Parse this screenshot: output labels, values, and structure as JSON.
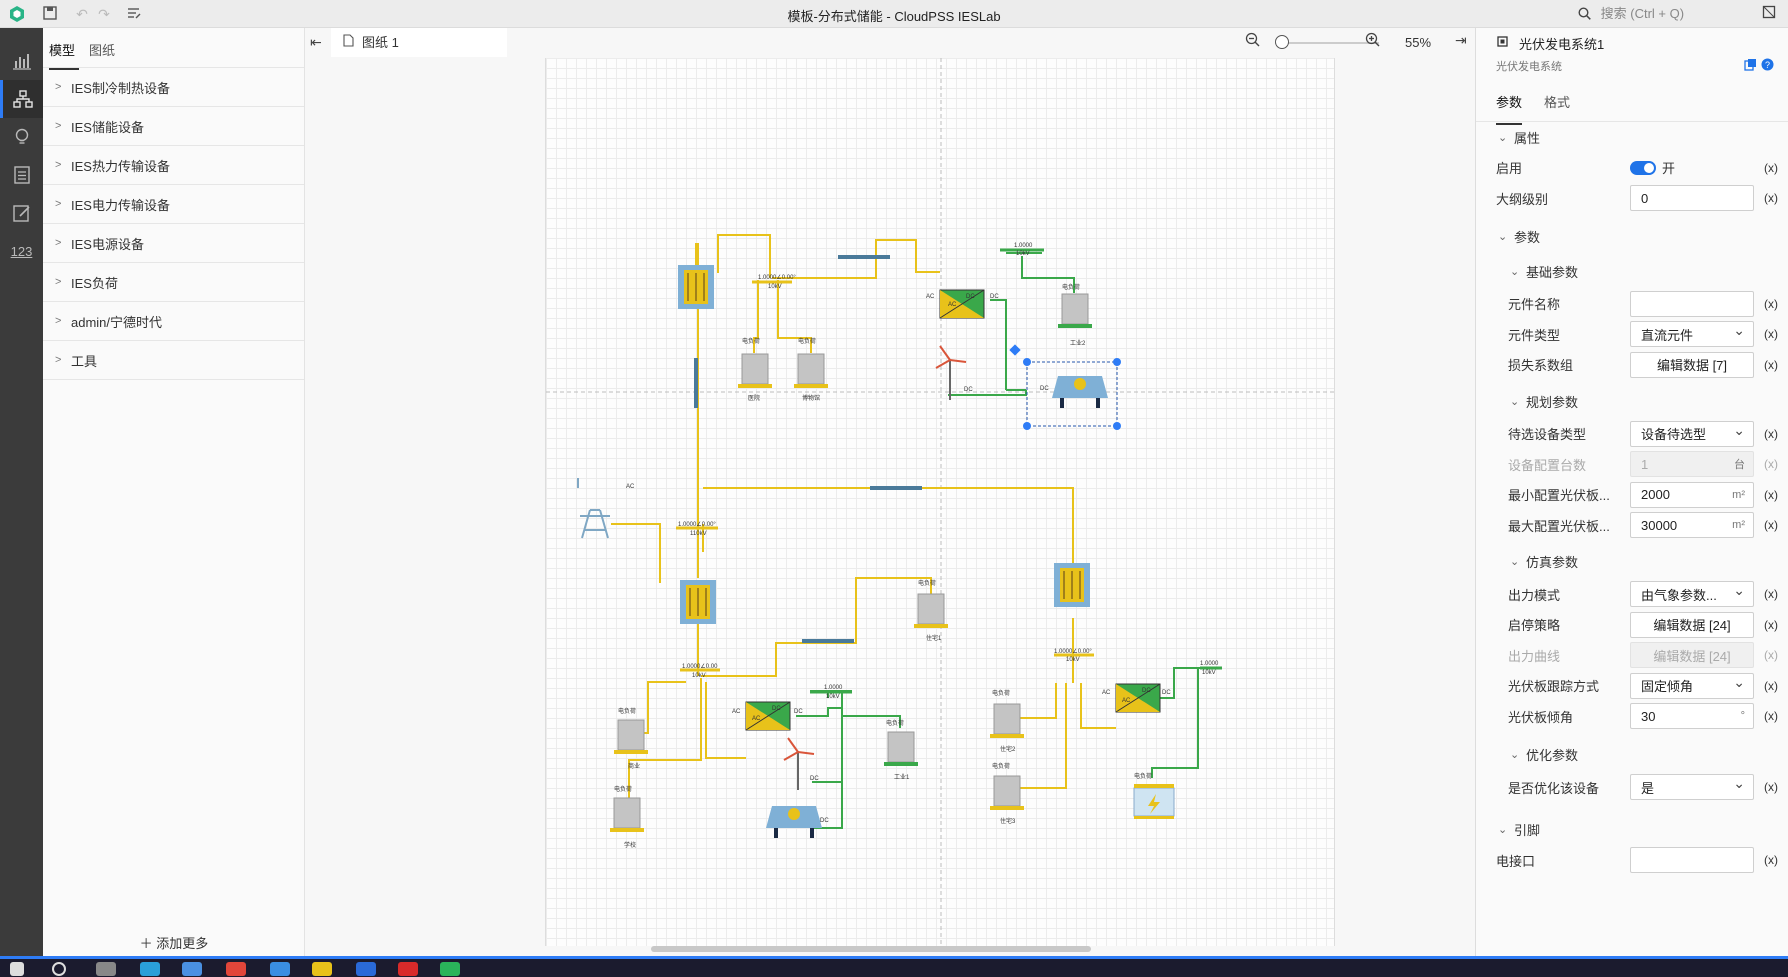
{
  "window": {
    "title": "模板-分布式储能 - CloudPSS IESLab",
    "search_placeholder": "搜索 (Ctrl + Q)"
  },
  "sidebar": {
    "tabs": [
      {
        "label": "模型"
      },
      {
        "label": "图纸"
      }
    ],
    "categories": [
      {
        "label": "IES制冷制热设备"
      },
      {
        "label": "IES储能设备"
      },
      {
        "label": "IES热力传输设备"
      },
      {
        "label": "IES电力传输设备"
      },
      {
        "label": "IES电源设备"
      },
      {
        "label": "IES负荷"
      },
      {
        "label": "admin/宁德时代"
      },
      {
        "label": "工具"
      }
    ],
    "add_more": "添加更多"
  },
  "canvas": {
    "tab_label": "图纸 1",
    "zoom": "55%",
    "labels": {
      "bus1": "1.0000∠0.00°",
      "bus1_kv": "10kV",
      "bus_top_right": "1.0000",
      "bus_top_right_kv": "10kV",
      "bus_110": "1.0000∠0.00°",
      "bus_110_kv": "110kV",
      "bus_left_bottom": "1.0000∠0.00",
      "bus_left_bottom_kv": "10kV",
      "bus_mid_dc": "1.0000",
      "bus_mid_dc_kv": "10kV",
      "bus_right": "1.0000∠0.00°",
      "bus_right_kv": "10kV",
      "bus_far_right": "1.0000",
      "bus_far_right_kv": "10kV",
      "ac": "AC",
      "dc": "DC",
      "load_hospital": "医院",
      "load_museum": "博物馆",
      "load_factory2": "工业2",
      "load_res1": "住宅1",
      "load_commerce": "商业",
      "load_school": "学校",
      "load_factory1": "工业1",
      "load_res2": "住宅2",
      "load_res3": "住宅3",
      "load_tag": "电负荷"
    }
  },
  "props": {
    "title": "光伏发电系统1",
    "subtitle": "光伏发电系统",
    "tabs": [
      {
        "label": "参数"
      },
      {
        "label": "格式"
      }
    ],
    "attr_section": "属性",
    "enabled_label": "启用",
    "enabled_value": "开",
    "outline_label": "大纲级别",
    "outline_value": "0",
    "param_section": "参数",
    "basic_section": "基础参数",
    "name_label": "元件名称",
    "name_value": "",
    "type_label": "元件类型",
    "type_value": "直流元件",
    "loss_label": "损失系数组",
    "loss_value": "编辑数据 [7]",
    "plan_section": "规划参数",
    "candidate_label": "待选设备类型",
    "candidate_value": "设备待选型",
    "count_label": "设备配置台数",
    "count_value": "1",
    "count_unit": "台",
    "min_area_label": "最小配置光伏板...",
    "min_area_value": "2000",
    "max_area_label": "最大配置光伏板...",
    "max_area_value": "30000",
    "area_unit": "m²",
    "sim_section": "仿真参数",
    "output_mode_label": "出力模式",
    "output_mode_value": "由气象参数...",
    "startstop_label": "启停策略",
    "startstop_value": "编辑数据 [24]",
    "curve_label": "出力曲线",
    "curve_value": "编辑数据 [24]",
    "tracking_label": "光伏板跟踪方式",
    "tracking_value": "固定倾角",
    "tilt_label": "光伏板倾角",
    "tilt_value": "30",
    "tilt_unit": "°",
    "opt_section": "优化参数",
    "optimize_label": "是否优化该设备",
    "optimize_value": "是",
    "pin_section": "引脚",
    "port_label": "电接口",
    "port_value": "",
    "fx": "(x)"
  },
  "colors": {
    "accent": "#1f73e8",
    "ac_line": "#e8c21a",
    "dc_line": "#3aa84a",
    "transformer": "#7fb0d6"
  }
}
